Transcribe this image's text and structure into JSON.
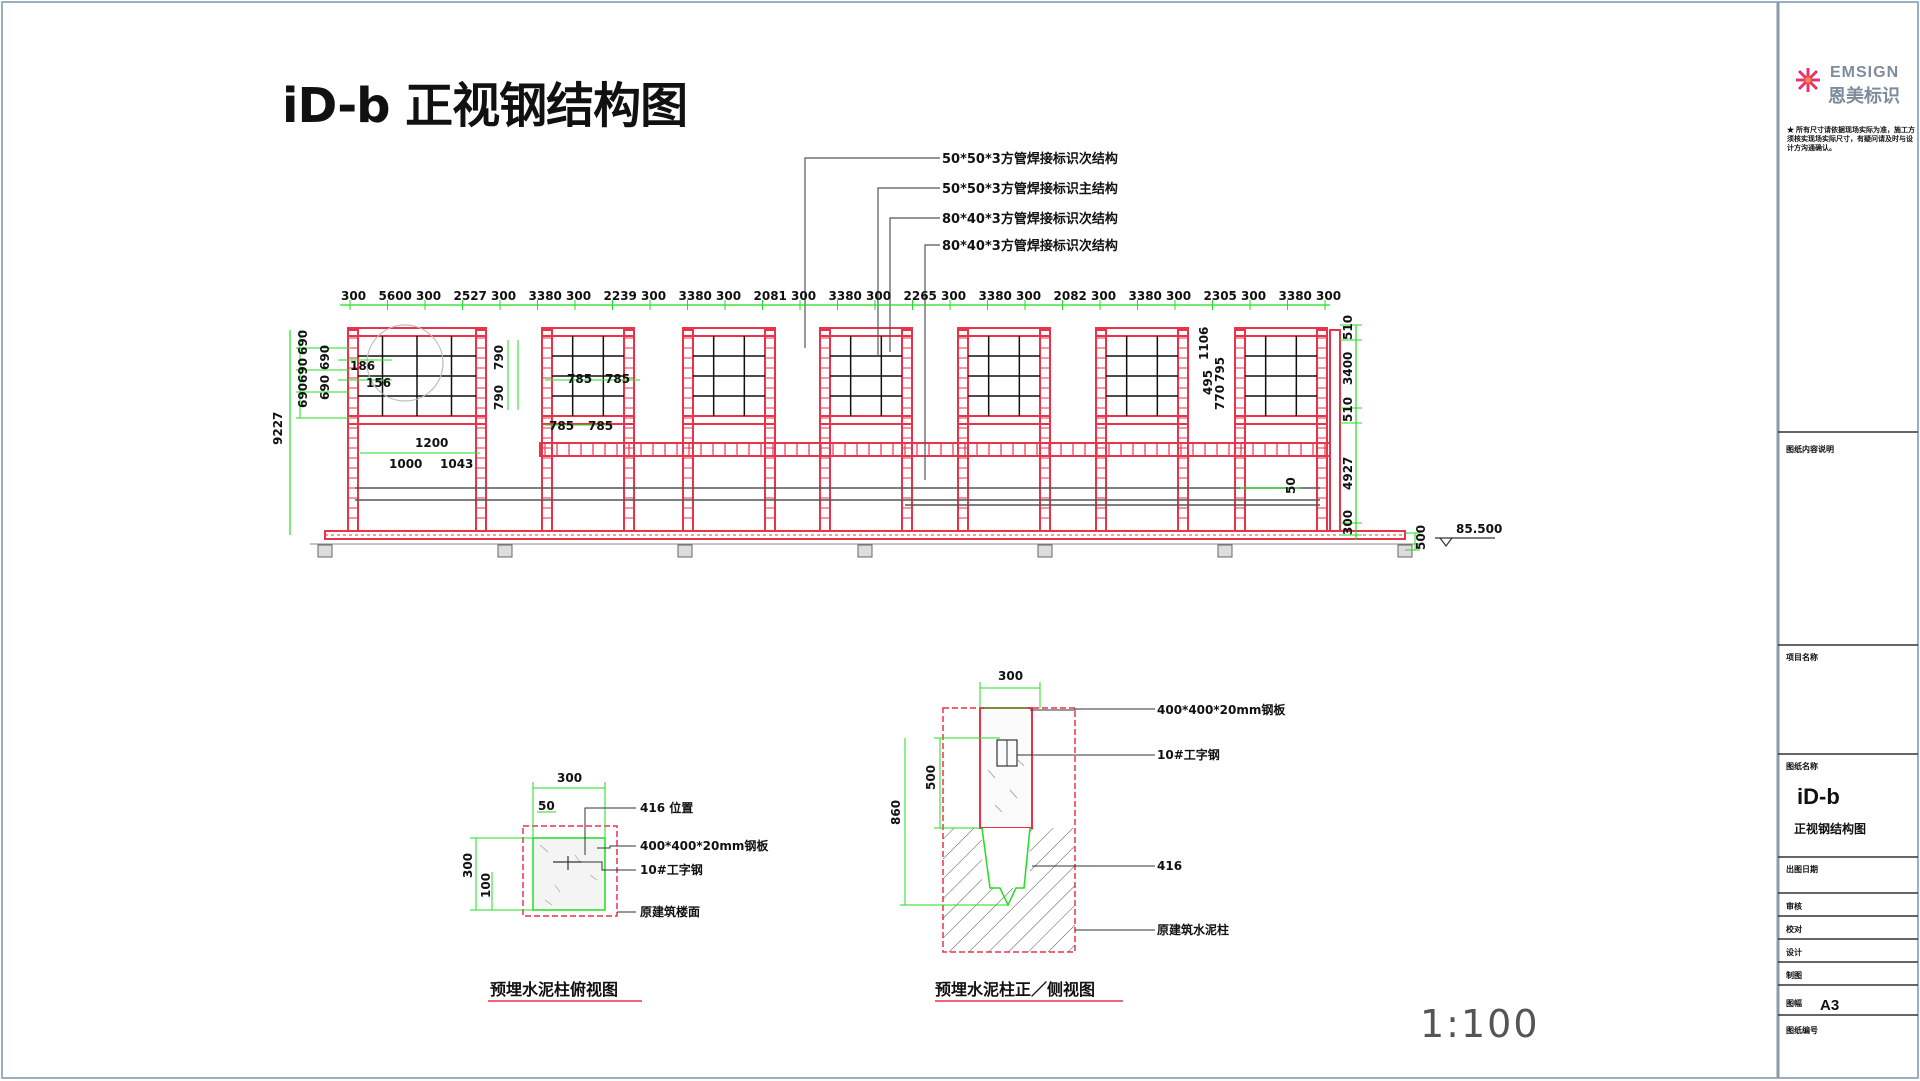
{
  "drawing": {
    "title": "iD-b 正视钢结构图",
    "scale": "1:100",
    "callouts": [
      "50*50*3方管焊接标识次结构",
      "50*50*3方管焊接标识主结构",
      "80*40*3方管焊接标识次结构",
      "80*40*3方管焊接标识次结构"
    ],
    "top_dims": [
      "300",
      "5600",
      "300",
      "2527",
      "300",
      "3380",
      "300",
      "2239",
      "300",
      "3380",
      "300",
      "2081",
      "300",
      "3380",
      "300",
      "2265",
      "300",
      "3380",
      "300",
      "2082",
      "300",
      "3380",
      "300",
      "2305",
      "300",
      "3380",
      "300"
    ],
    "left_dims": [
      "9227",
      "690",
      "690",
      "690",
      "690",
      "690",
      "186",
      "156",
      "1200",
      "1000",
      "1043",
      "790",
      "790",
      "785",
      "785",
      "785",
      "785",
      "1106",
      "495",
      "795",
      "770"
    ],
    "right_dims": [
      "510",
      "3400",
      "510",
      "4927",
      "300",
      "500",
      "50"
    ],
    "elevation": "85.500"
  },
  "detail_plan": {
    "caption": "预埋水泥柱俯视图",
    "labels": [
      "416 位置",
      "400*400*20mm钢板",
      "10#工字钢",
      "原建筑楼面"
    ],
    "dims": [
      "300",
      "50",
      "300",
      "100"
    ]
  },
  "detail_section": {
    "caption": "预埋水泥柱正／侧视图",
    "labels": [
      "400*400*20mm钢板",
      "10#工字钢",
      "416",
      "原建筑水泥柱"
    ],
    "dims": [
      "300",
      "500",
      "860"
    ]
  },
  "title_block": {
    "logo_en": "EMSIGN",
    "logo_cn": "恩美标识",
    "note": "★ 所有尺寸请依据现场实际为准，施工方须核实现场实际尺寸，有疑问请及时与设计方沟通确认。",
    "fields": [
      "图纸内容说明",
      "项目名称",
      "图纸名称",
      "出图日期",
      "审核",
      "校对",
      "设计",
      "制图",
      "图幅",
      "图纸编号"
    ],
    "code": "iD-b",
    "name": "正视钢结构图",
    "size": "A3"
  },
  "colors": {
    "frame_red": "#e8334a",
    "dim_green": "#22dd22",
    "line_gray": "#888888"
  }
}
